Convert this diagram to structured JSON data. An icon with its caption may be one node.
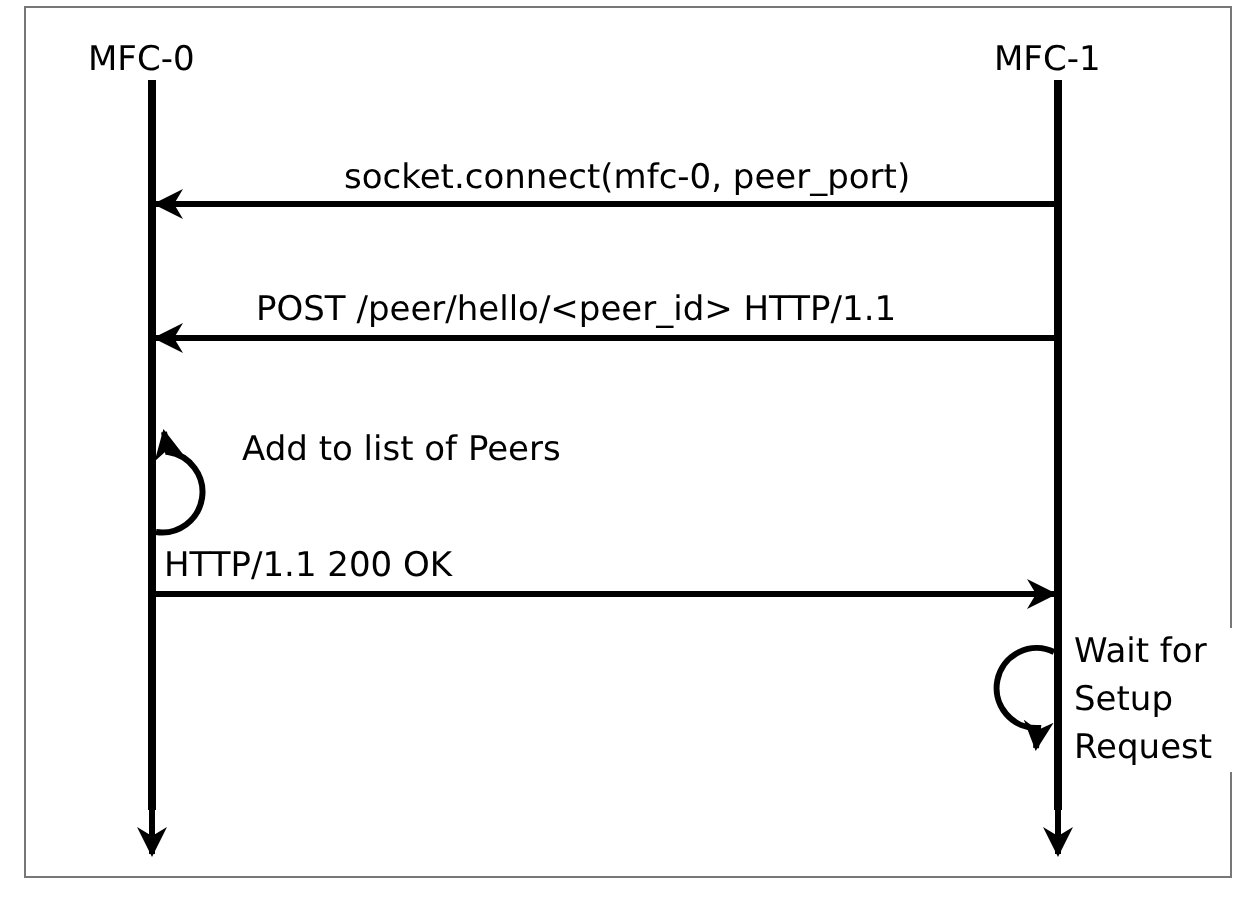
{
  "diagram": {
    "nodes": [
      {
        "text": [
          "MFC-0"
        ]
      },
      {
        "text": [
          "MFC-1"
        ]
      },
      {
        "text": [],
        "shape": "bar"
      },
      {
        "text": [],
        "shape": "bar"
      }
    ],
    "edges": [
      {
        "from": 2,
        "to": null,
        "arrow": "to"
      },
      {
        "from": 3,
        "to": null,
        "arrow": "to"
      },
      {
        "from": 3,
        "to": 2,
        "arrow": "to",
        "label": "socket.connect(mfc-0, peer_port)"
      },
      {
        "from": 3,
        "to": 2,
        "arrow": "to",
        "label": "POST /peer/hello/<peer_id> HTTP/1.1"
      },
      {
        "from": 2,
        "to": 2,
        "arrow": "to",
        "label": "Add to list of Peers"
      },
      {
        "from": 2,
        "to": 3,
        "arrow": "to",
        "label": "HTTP/1.1 200 OK"
      },
      {
        "from": 3,
        "to": 3,
        "arrow": "to",
        "label": "Wait for Setup Request"
      }
    ]
  }
}
